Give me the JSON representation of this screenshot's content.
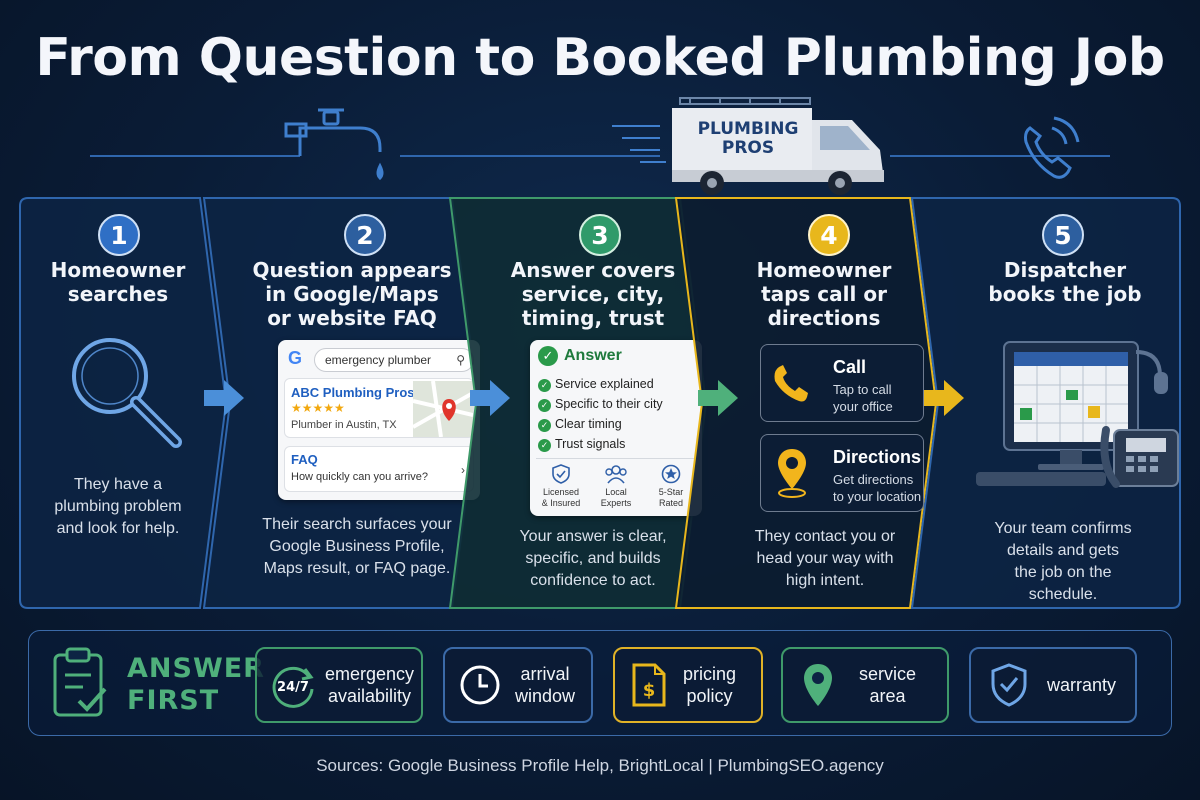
{
  "title": "From Question to Booked Plumbing Job",
  "van": {
    "line1": "PLUMBING",
    "line2": "PROS"
  },
  "steps": [
    {
      "number": "1",
      "title": "Homeowner searches",
      "title_lines": [
        "Homeowner",
        "searches"
      ],
      "desc_lines": [
        "They have a",
        "plumbing problem",
        "and look for help."
      ],
      "color": "#2d6fc4",
      "icon": "magnifier-icon"
    },
    {
      "number": "2",
      "title_lines": [
        "Question appears",
        "in Google/Maps",
        "or website FAQ"
      ],
      "desc_lines": [
        "Their search surfaces your",
        "Google Business Profile,",
        "Maps result, or FAQ page."
      ],
      "color": "#2e6db3",
      "search_query": "emergency plumber",
      "listing_name": "ABC Plumbing Pros",
      "listing_stars": "★★★★★",
      "listing_sub": "Plumber in Austin, TX",
      "faq_label": "FAQ",
      "faq_question": "How quickly can you arrive?"
    },
    {
      "number": "3",
      "title_lines": [
        "Answer covers",
        "service, city,",
        "timing, trust"
      ],
      "desc_lines": [
        "Your answer is clear,",
        "specific, and builds",
        "confidence to act."
      ],
      "color": "#2f9a6a",
      "answer_heading": "Answer",
      "checks": [
        "Service explained",
        "Specific to their city",
        "Clear timing",
        "Trust signals"
      ],
      "badges": [
        {
          "lines": [
            "Licensed",
            "& Insured"
          ],
          "icon": "shield-check-icon"
        },
        {
          "lines": [
            "Local",
            "Experts"
          ],
          "icon": "people-icon"
        },
        {
          "lines": [
            "5-Star",
            "Rated"
          ],
          "icon": "star-badge-icon"
        }
      ]
    },
    {
      "number": "4",
      "title_lines": [
        "Homeowner",
        "taps call or",
        "directions"
      ],
      "desc_lines": [
        "They contact you or",
        "head your way with",
        "high intent."
      ],
      "color": "#e8b71c",
      "call_title": "Call",
      "call_sub_lines": [
        "Tap to call",
        "your office"
      ],
      "dir_title": "Directions",
      "dir_sub_lines": [
        "Get directions",
        "to your location"
      ]
    },
    {
      "number": "5",
      "title_lines": [
        "Dispatcher",
        "books the job"
      ],
      "desc_lines": [
        "Your team confirms",
        "details and gets",
        "the job on the",
        "schedule."
      ],
      "color": "#2d6fc4",
      "icon": "computer-calendar-icon"
    }
  ],
  "answer_first": {
    "line1": "ANSWER",
    "line2": "FIRST"
  },
  "topics": [
    {
      "lines": [
        "emergency",
        "availability"
      ],
      "icon": "247-icon",
      "icon_text": "24/7",
      "border": "#3f9a6a"
    },
    {
      "lines": [
        "arrival",
        "window"
      ],
      "icon": "clock-icon",
      "border": "#3b6aa8"
    },
    {
      "lines": [
        "pricing",
        "policy"
      ],
      "icon": "dollar-document-icon",
      "border": "#e0b227"
    },
    {
      "lines": [
        "service",
        "area"
      ],
      "icon": "location-pin-icon",
      "border": "#3f9a6a"
    },
    {
      "lines": [
        "warranty"
      ],
      "icon": "shield-check-icon",
      "border": "#3b6aa8"
    }
  ],
  "sources": "Sources: Google Business Profile Help, BrightLocal  |  PlumbingSEO.agency",
  "colors": {
    "blue": "#2d6fc4",
    "green": "#2f9a6a",
    "yellow": "#e8b71c",
    "background": "#0a1c36"
  }
}
